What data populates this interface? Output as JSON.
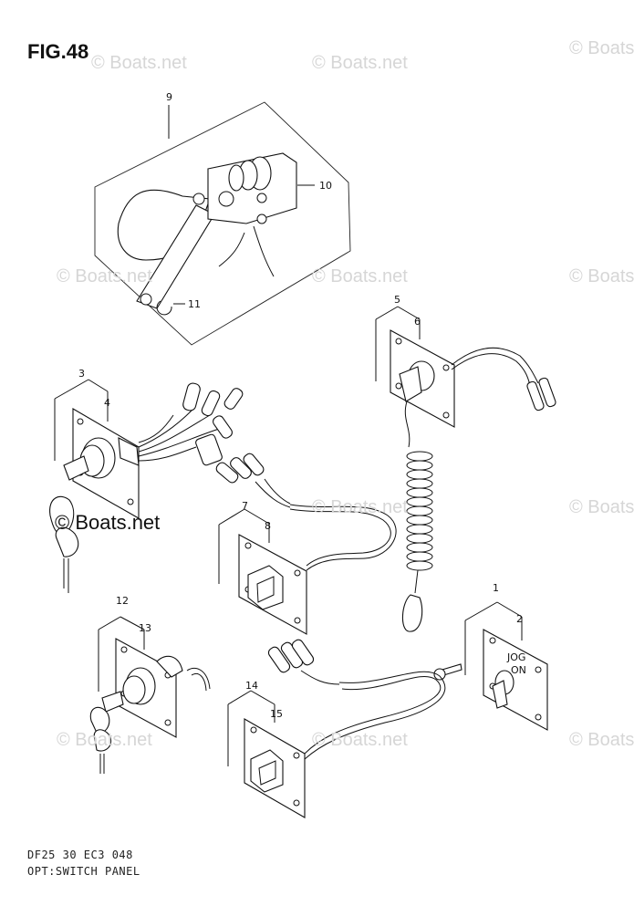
{
  "figure": {
    "title": "FIG.48",
    "code": "DF25 30 EC3  048",
    "caption": "OPT:SWITCH PANEL"
  },
  "watermark": {
    "text": "© Boats.net"
  },
  "callouts": {
    "c1": "1",
    "c2": "2",
    "c3": "3",
    "c4": "4",
    "c5": "5",
    "c6": "6",
    "c7": "7",
    "c8": "8",
    "c9": "9",
    "c10": "10",
    "c11": "11",
    "c12": "12",
    "c13": "13",
    "c14": "14",
    "c15": "15"
  },
  "switch_label": {
    "line1": "JOG",
    "line2": "ON"
  }
}
